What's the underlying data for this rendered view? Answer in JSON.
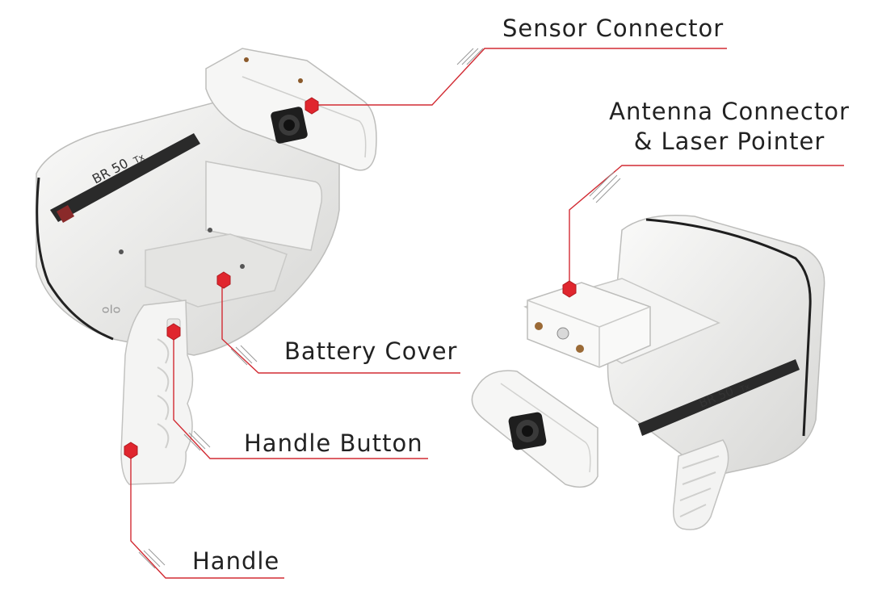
{
  "labels": {
    "sensor_connector": "Sensor Connector",
    "antenna_line1": "Antenna Connector",
    "antenna_line2": "& Laser Pointer",
    "battery_cover": "Battery Cover",
    "handle_button": "Handle Button",
    "handle": "Handle"
  },
  "device_text": {
    "model": "BR 50",
    "suffix": "Tx"
  },
  "colors": {
    "leader_line": "#d22b33",
    "marker": "#e0262e",
    "device_body": "#eeeeec",
    "device_shadow": "#c9c9c7",
    "text": "#222222"
  }
}
